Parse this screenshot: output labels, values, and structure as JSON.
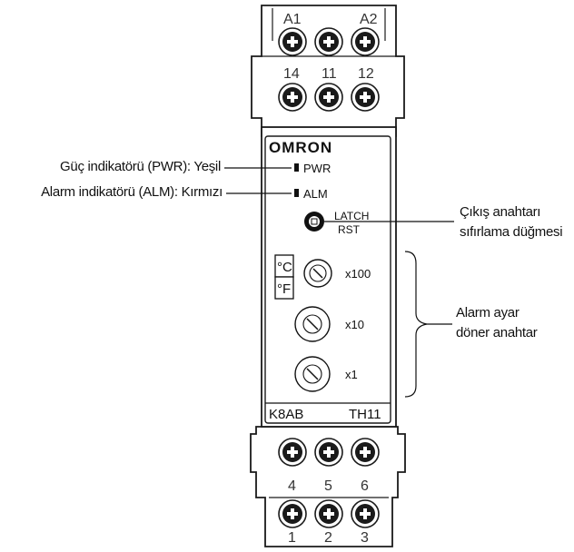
{
  "brand": "OMRON",
  "model": "K8AB",
  "model_code": "TH11",
  "terminals": {
    "top_row1": [
      "A1",
      "A2"
    ],
    "top_row2": [
      "14",
      "11",
      "12"
    ],
    "bottom_row1": [
      "4",
      "5",
      "6"
    ],
    "bottom_row2": [
      "1",
      "2",
      "3"
    ]
  },
  "indicators": {
    "pwr": "PWR",
    "alm": "ALM"
  },
  "latch": {
    "line1": "LATCH",
    "line2": "RST"
  },
  "units": {
    "celsius": "°C",
    "fahrenheit": "°F"
  },
  "dials": {
    "x100": "x100",
    "x10": "x10",
    "x1": "x1"
  },
  "callouts": {
    "power_indicator": "Güç indikatörü (PWR): Yeşil",
    "alarm_indicator": "Alarm indikatörü (ALM): Kırmızı",
    "reset_button_line1": "Çıkış anahtarı",
    "reset_button_line2": "sıfırlama düğmesi",
    "dial_group_line1": "Alarm ayar",
    "dial_group_line2": "döner anahtar"
  },
  "colors": {
    "line": "#1a1a1a",
    "led": "#111111",
    "background": "#ffffff"
  }
}
